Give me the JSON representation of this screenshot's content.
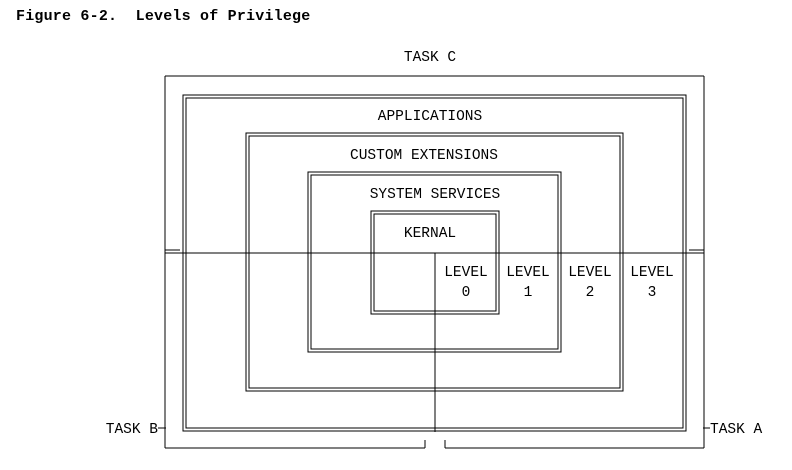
{
  "figure": {
    "title": "Figure 6-2.  Levels of Privilege"
  },
  "labels": {
    "task_c": "TASK C",
    "task_b": "TASK B",
    "task_a": "TASK A",
    "applications": "APPLICATIONS",
    "custom_extensions": "CUSTOM EXTENSIONS",
    "system_services": "SYSTEM SERVICES",
    "kernal": "KERNAL"
  },
  "levels": [
    {
      "word": "LEVEL",
      "number": "0"
    },
    {
      "word": "LEVEL",
      "number": "1"
    },
    {
      "word": "LEVEL",
      "number": "2"
    },
    {
      "word": "LEVEL",
      "number": "3"
    }
  ],
  "colors": {
    "ink": "#000000",
    "background": "#ffffff"
  }
}
